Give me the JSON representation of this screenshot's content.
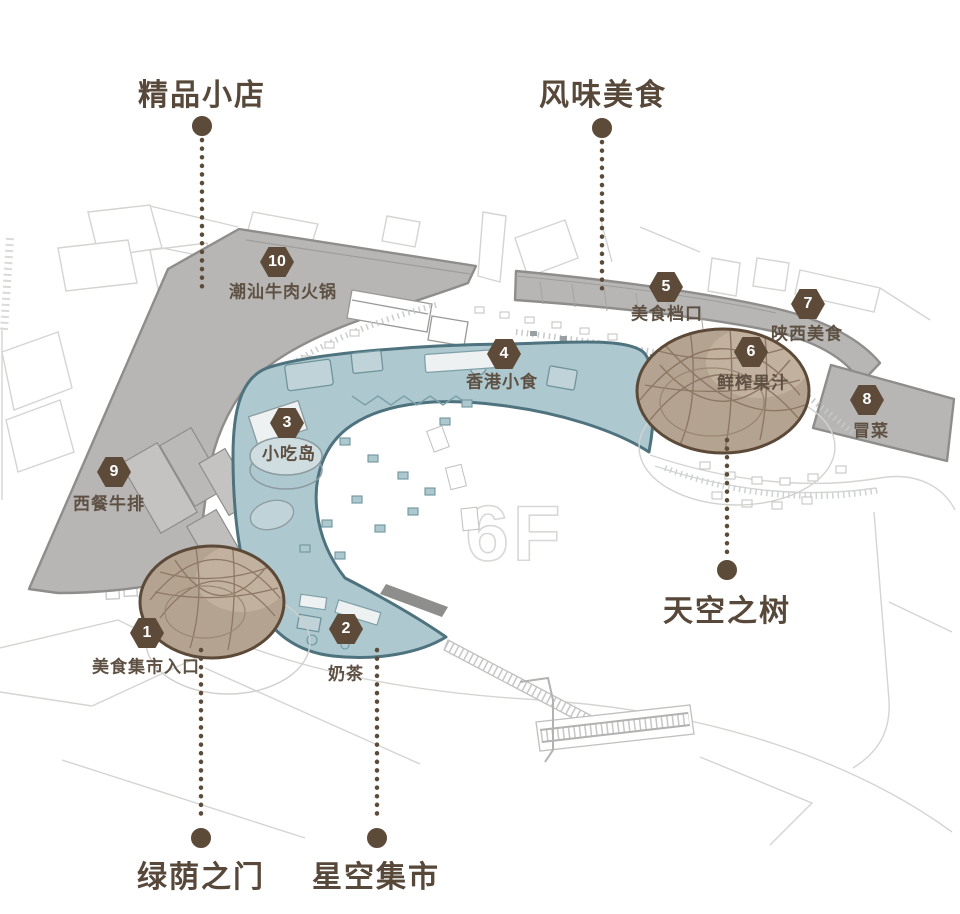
{
  "floor_label": "6F",
  "titles": [
    {
      "text": "精品小店"
    },
    {
      "text": "风味美食"
    },
    {
      "text": "天空之树"
    },
    {
      "text": "绿荫之门"
    },
    {
      "text": "星空集市"
    }
  ],
  "markers": [
    {
      "num": "1",
      "label": "美食集市入口"
    },
    {
      "num": "2",
      "label": "奶茶"
    },
    {
      "num": "3",
      "label": "小吃岛"
    },
    {
      "num": "4",
      "label": "香港小食"
    },
    {
      "num": "5",
      "label": "美食档口"
    },
    {
      "num": "6",
      "label": "鲜榨果汁"
    },
    {
      "num": "7",
      "label": "陕西美食"
    },
    {
      "num": "8",
      "label": "冒菜"
    },
    {
      "num": "9",
      "label": "西餐牛排"
    },
    {
      "num": "10",
      "label": "潮汕牛肉火锅"
    }
  ],
  "colors": {
    "accent_brown": "#5d4b3a",
    "zone_gray": "#b7b6b4",
    "zone_gray_border": "#8e8d8b",
    "zone_blue": "#aec8d0",
    "zone_blue_border": "#4e737e",
    "tree_fill": "#b5a391",
    "tree_border": "#5c4937"
  }
}
